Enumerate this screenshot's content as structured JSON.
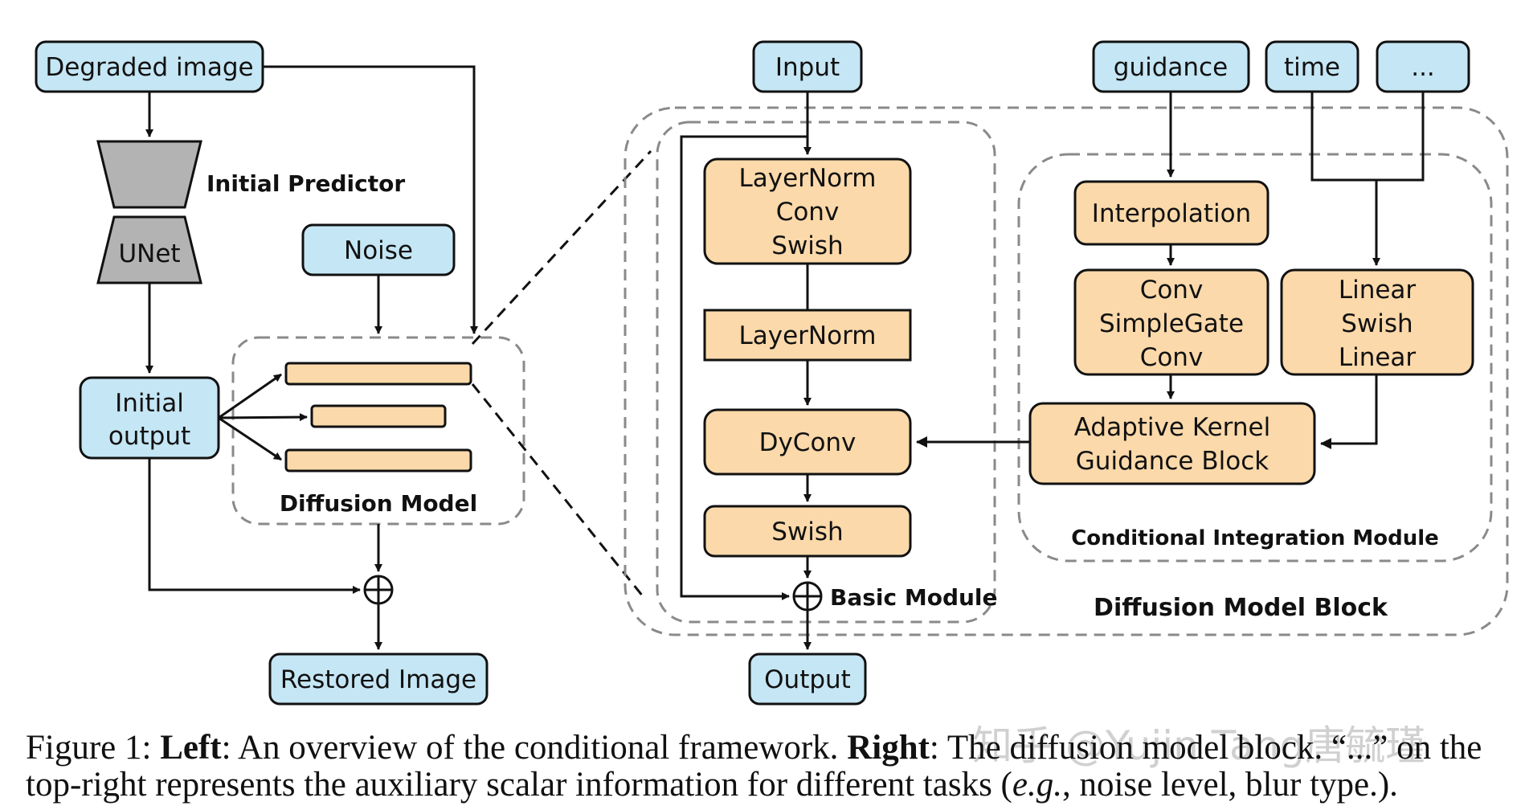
{
  "colors": {
    "blue_box": "#c5e6f4",
    "orange_box": "#fbd9aa",
    "gray_block": "#b3b3b3",
    "stroke": "#111111",
    "dashed": "#8a8a8a"
  },
  "left": {
    "degraded": "Degraded image",
    "initial_predictor": "Initial Predictor",
    "unet": "UNet",
    "noise": "Noise",
    "initial_output": [
      "Initial",
      "output"
    ],
    "diffusion_model": "Diffusion Model",
    "restored": "Restored Image"
  },
  "right": {
    "input": "Input",
    "guidance": "guidance",
    "time": "time",
    "dots": "...",
    "basic1": [
      "LayerNorm",
      "Conv",
      "Swish"
    ],
    "layernorm": "LayerNorm",
    "dyconv": "DyConv",
    "swish": "Swish",
    "basic_module": "Basic Module",
    "output": "Output",
    "interpolation": "Interpolation",
    "csc": [
      "Conv",
      "SimpleGate",
      "Conv"
    ],
    "lsl": [
      "Linear",
      "Swish",
      "Linear"
    ],
    "akgb": [
      "Adaptive Kernel",
      "Guidance Block"
    ],
    "cim": "Conditional Integration Module",
    "dmb": "Diffusion Model Block"
  },
  "caption": {
    "prefix": "Figure 1: ",
    "left_label": "Left",
    "left_text": ": An overview of the conditional framework. ",
    "right_label": "Right",
    "right_text": ": The diffusion model block. “...” on the top-right represents the auxiliary scalar information for different tasks (",
    "eg": "e.g.",
    "tail": ", noise level, blur type.)."
  },
  "watermark": "知乎 @Yujin Tang唐毓瑾"
}
